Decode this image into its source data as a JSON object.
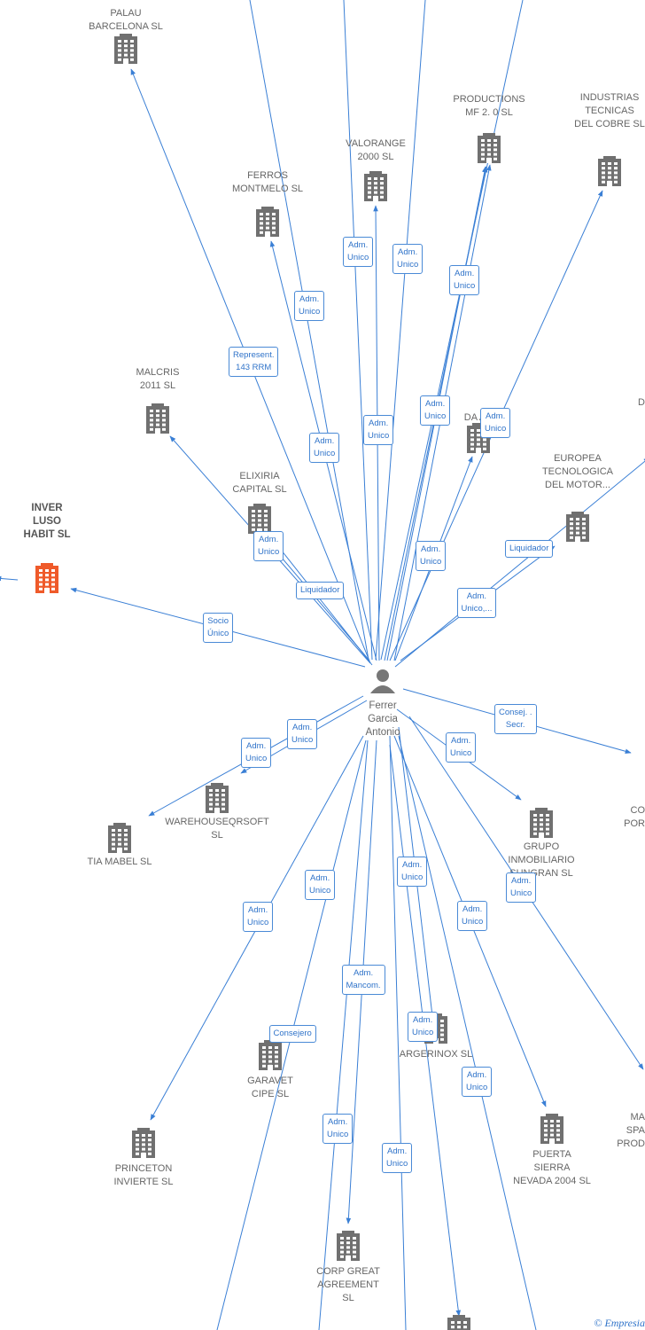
{
  "center_person": {
    "label": "Ferrer\nGarcia\nAntonio"
  },
  "companies": [
    {
      "id": "palau",
      "label": "PALAU\nBARCELONA  SL",
      "focus": false
    },
    {
      "id": "ferros",
      "label": "FERROS\nMONTMELO  SL",
      "focus": false
    },
    {
      "id": "valorange",
      "label": "VALORANGE\n2000  SL",
      "focus": false
    },
    {
      "id": "productions",
      "label": "PRODUCTIONS\nMF 2. 0  SL",
      "focus": false
    },
    {
      "id": "industrias",
      "label": "INDUSTRIAS\nTECNICAS\nDEL COBRE  SL",
      "focus": false
    },
    {
      "id": "malcris",
      "label": "MALCRIS\n2011 SL",
      "focus": false
    },
    {
      "id": "elixiria",
      "label": "ELIXIRIA\nCAPITAL  SL",
      "focus": false
    },
    {
      "id": "da_ac",
      "label": "DA AC",
      "focus": false
    },
    {
      "id": "europea",
      "label": "EUROPEA\nTECNOLOGICA\nDEL MOTOR...",
      "focus": false
    },
    {
      "id": "inver_luso",
      "label": "INVER\nLUSO\nHABIT  SL",
      "focus": true
    },
    {
      "id": "warehouse",
      "label": "WAREHOUSEQRSOFT\nSL",
      "focus": false
    },
    {
      "id": "tia_mabel",
      "label": "TIA MABEL SL",
      "focus": false
    },
    {
      "id": "grupo",
      "label": "GRUPO\nINMOBILIARIO\nSUNGRAN SL",
      "focus": false
    },
    {
      "id": "argerinox",
      "label": "ARGERINOX SL",
      "focus": false
    },
    {
      "id": "garavet",
      "label": "GARAVET\nCIPE SL",
      "focus": false
    },
    {
      "id": "princeton",
      "label": "PRINCETON\nINVIERTE SL",
      "focus": false
    },
    {
      "id": "puerta",
      "label": "PUERTA\nSIERRA\nNEVADA 2004 SL",
      "focus": false
    },
    {
      "id": "corp_great",
      "label": "CORP GREAT\nAGREEMENT\nSL",
      "focus": false
    },
    {
      "id": "right_co",
      "label": "CO\nPOR",
      "focus": false
    },
    {
      "id": "right_ma",
      "label": "MA\nSPA\nPROD",
      "focus": false
    },
    {
      "id": "right_d",
      "label": "D",
      "focus": false
    },
    {
      "id": "bottom_co",
      "label": "",
      "focus": false
    }
  ],
  "relations": [
    {
      "label": "Represent.\n143 RRM"
    },
    {
      "label": "Adm.\nUnico"
    },
    {
      "label": "Adm.\nUnico"
    },
    {
      "label": "Adm.\nUnico"
    },
    {
      "label": "Adm.\nUnico"
    },
    {
      "label": "Adm.\nUnico"
    },
    {
      "label": "Adm.\nUnico"
    },
    {
      "label": "Adm.\nUnico"
    },
    {
      "label": "Adm.\nUnico"
    },
    {
      "label": "Adm.\nUnico"
    },
    {
      "label": "Liquidador"
    },
    {
      "label": "Adm.\nUnico"
    },
    {
      "label": "Liquidador"
    },
    {
      "label": "Adm.\nUnico,..."
    },
    {
      "label": "Socio\nÚnico"
    },
    {
      "label": "Adm.\nUnico"
    },
    {
      "label": "Adm.\nUnico"
    },
    {
      "label": "Consej. .\nSecr."
    },
    {
      "label": "Adm.\nUnico"
    },
    {
      "label": "Adm.\nUnico"
    },
    {
      "label": "Adm.\nUnico"
    },
    {
      "label": "Adm.\nUnico"
    },
    {
      "label": "Adm.\nUnico"
    },
    {
      "label": "Adm.\nUnico"
    },
    {
      "label": "Adm.\nMancom."
    },
    {
      "label": "Adm.\nUnico"
    },
    {
      "label": "Consejero"
    },
    {
      "label": "Adm.\nUnico"
    },
    {
      "label": "Adm.\nUnico"
    },
    {
      "label": "Adm.\nUnico"
    }
  ],
  "footer": {
    "copyright": "©",
    "brand": "Empresia"
  },
  "colors": {
    "line": "#3a7fd5",
    "building": "#707070",
    "focus_building": "#ef5a2a",
    "tag_text": "#2f73c9"
  }
}
